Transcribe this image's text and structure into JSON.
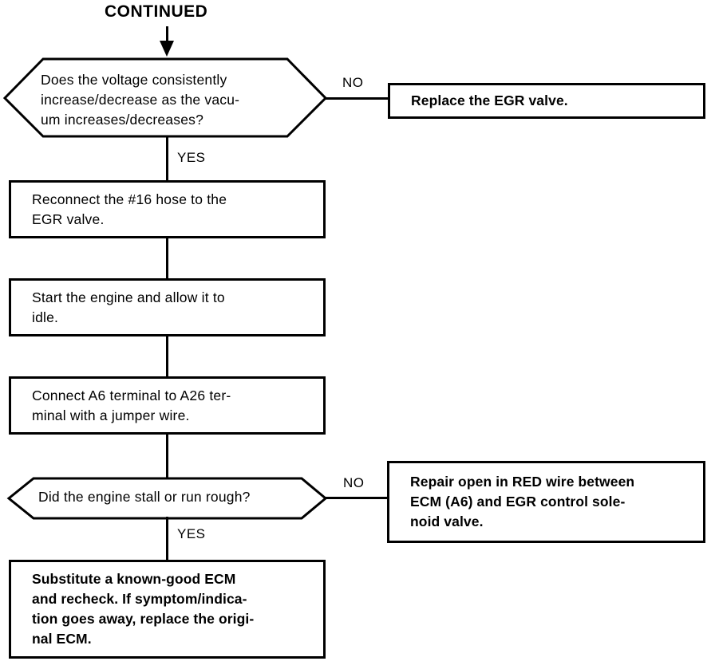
{
  "diagram": {
    "title": "CONTINUED",
    "type": "troubleshooting-flowchart",
    "entry_label": "CONTINUED",
    "nodes": [
      {
        "id": "q1",
        "kind": "decision",
        "text": "Does the voltage consistently\nincrease/decrease as the vacu-\num increases/decreases?"
      },
      {
        "id": "a1",
        "kind": "action-bold",
        "text": "Replace the EGR valve."
      },
      {
        "id": "s1",
        "kind": "process",
        "text": "Reconnect the #16 hose to the\nEGR valve."
      },
      {
        "id": "s2",
        "kind": "process",
        "text": "Start the engine and allow it to\nidle."
      },
      {
        "id": "s3",
        "kind": "process",
        "text": "Connect A6 terminal to A26 ter-\nminal with a jumper wire."
      },
      {
        "id": "q2",
        "kind": "decision",
        "text": "Did the engine stall or run rough?"
      },
      {
        "id": "a2",
        "kind": "action-bold",
        "text": "Repair open in RED wire between\nECM (A6) and EGR control sole-\nnoid valve."
      },
      {
        "id": "s4",
        "kind": "action-bold",
        "text": "Substitute a known-good ECM\nand recheck. If symptom/indica-\ntion goes away, replace the origi-\nnal ECM."
      }
    ],
    "branch_labels": {
      "q1_no": "NO",
      "q1_yes": "YES",
      "q2_no": "NO",
      "q2_yes": "YES"
    },
    "colors": {
      "ink": "#000000",
      "paper": "#ffffff"
    }
  }
}
